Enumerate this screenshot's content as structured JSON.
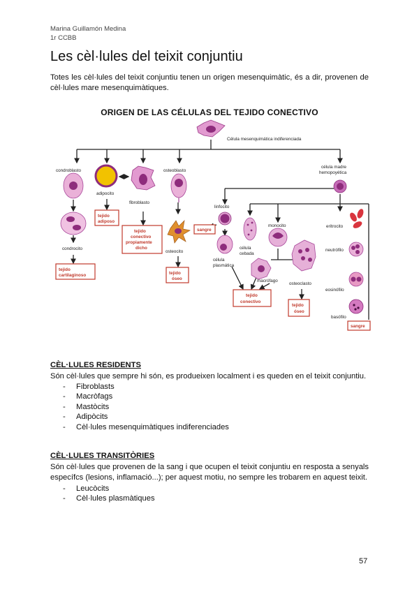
{
  "header": {
    "author": "Marina Guillamón Medina",
    "course": "1r CCBB"
  },
  "title": "Les cèl·lules del teixit conjuntiu",
  "intro": "Totes les cèl·lules del teixit conjuntiu tenen un origen mesenquimàtic, és a dir, provenen de cèl·lules mare mesenquimàtiques.",
  "figure": {
    "title": "ORIGEN DE LAS CÉLULAS DEL TEJIDO CONECTIVO",
    "labels": {
      "mesenquimatica": "Célula mesenquimática indiferenciada",
      "condroblasto": "condroblasto",
      "adipocito": "adipocito",
      "fibroblasto": "fibroblasto",
      "osteoblasto": "osteoblasto",
      "madre1": "célula madre",
      "madre2": "hemopoyética",
      "linfocito": "linfocito",
      "condrocito": "condrocito",
      "osteocito": "osteocito",
      "monocito": "monocito",
      "cebada1": "célula",
      "cebada2": "cebada",
      "plasmatica1": "célula",
      "plasmatica2": "plasmática",
      "macrofago": "macrófago",
      "osteoclasto": "osteoclasto",
      "eritrocito": "eritrocito",
      "neutrofilo": "neutrófilo",
      "eosinofilo": "eosinófilo",
      "basofilo": "basófilo"
    },
    "boxes": {
      "adiposo1": "tejido",
      "adiposo2": "adiposo",
      "conectivo_p1": "tejido",
      "conectivo_p2": "conectivo",
      "conectivo_p3": "propiamente",
      "conectivo_p4": "dicho",
      "sangre_a": "sangre",
      "cartilaginoso1": "tejido",
      "cartilaginoso2": "cartilaginoso",
      "oseo_a1": "tejido",
      "oseo_a2": "óseo",
      "conectivo1": "tejido",
      "conectivo2": "conectivo",
      "oseo_b1": "tejido",
      "oseo_b2": "óseo",
      "sangre_b": "sangre"
    }
  },
  "residents": {
    "title": "CÈL·LULES RESIDENTS",
    "text": "Són cèl·lules que sempre hi són, es produeixen localment i es queden en el teixit conjuntiu.",
    "items": [
      "Fibroblasts",
      "Macròfags",
      "Mastòcits",
      "Adipòcits",
      "Cèl·lules mesenquimàtiques indiferenciades"
    ]
  },
  "transients": {
    "title": "CÈL·LULES TRANSITÒRIES",
    "text": "Són cèl·lules que provenen de la sang i que ocupen el teixit conjuntiu en resposta a senyals específcs (lesions, inflamació...); per aquest motiu, no sempre les trobarem en aquest teixit.",
    "items": [
      "Leucòcits",
      "Cèl·lules plasmàtiques"
    ]
  },
  "page_number": "57",
  "colors": {
    "cell_pink": "#e9a9d3",
    "nucleus": "#8e2c7c",
    "box_red": "#c0392b",
    "erythrocyte": "#d9353e",
    "adipocyte": "#f2c200"
  }
}
